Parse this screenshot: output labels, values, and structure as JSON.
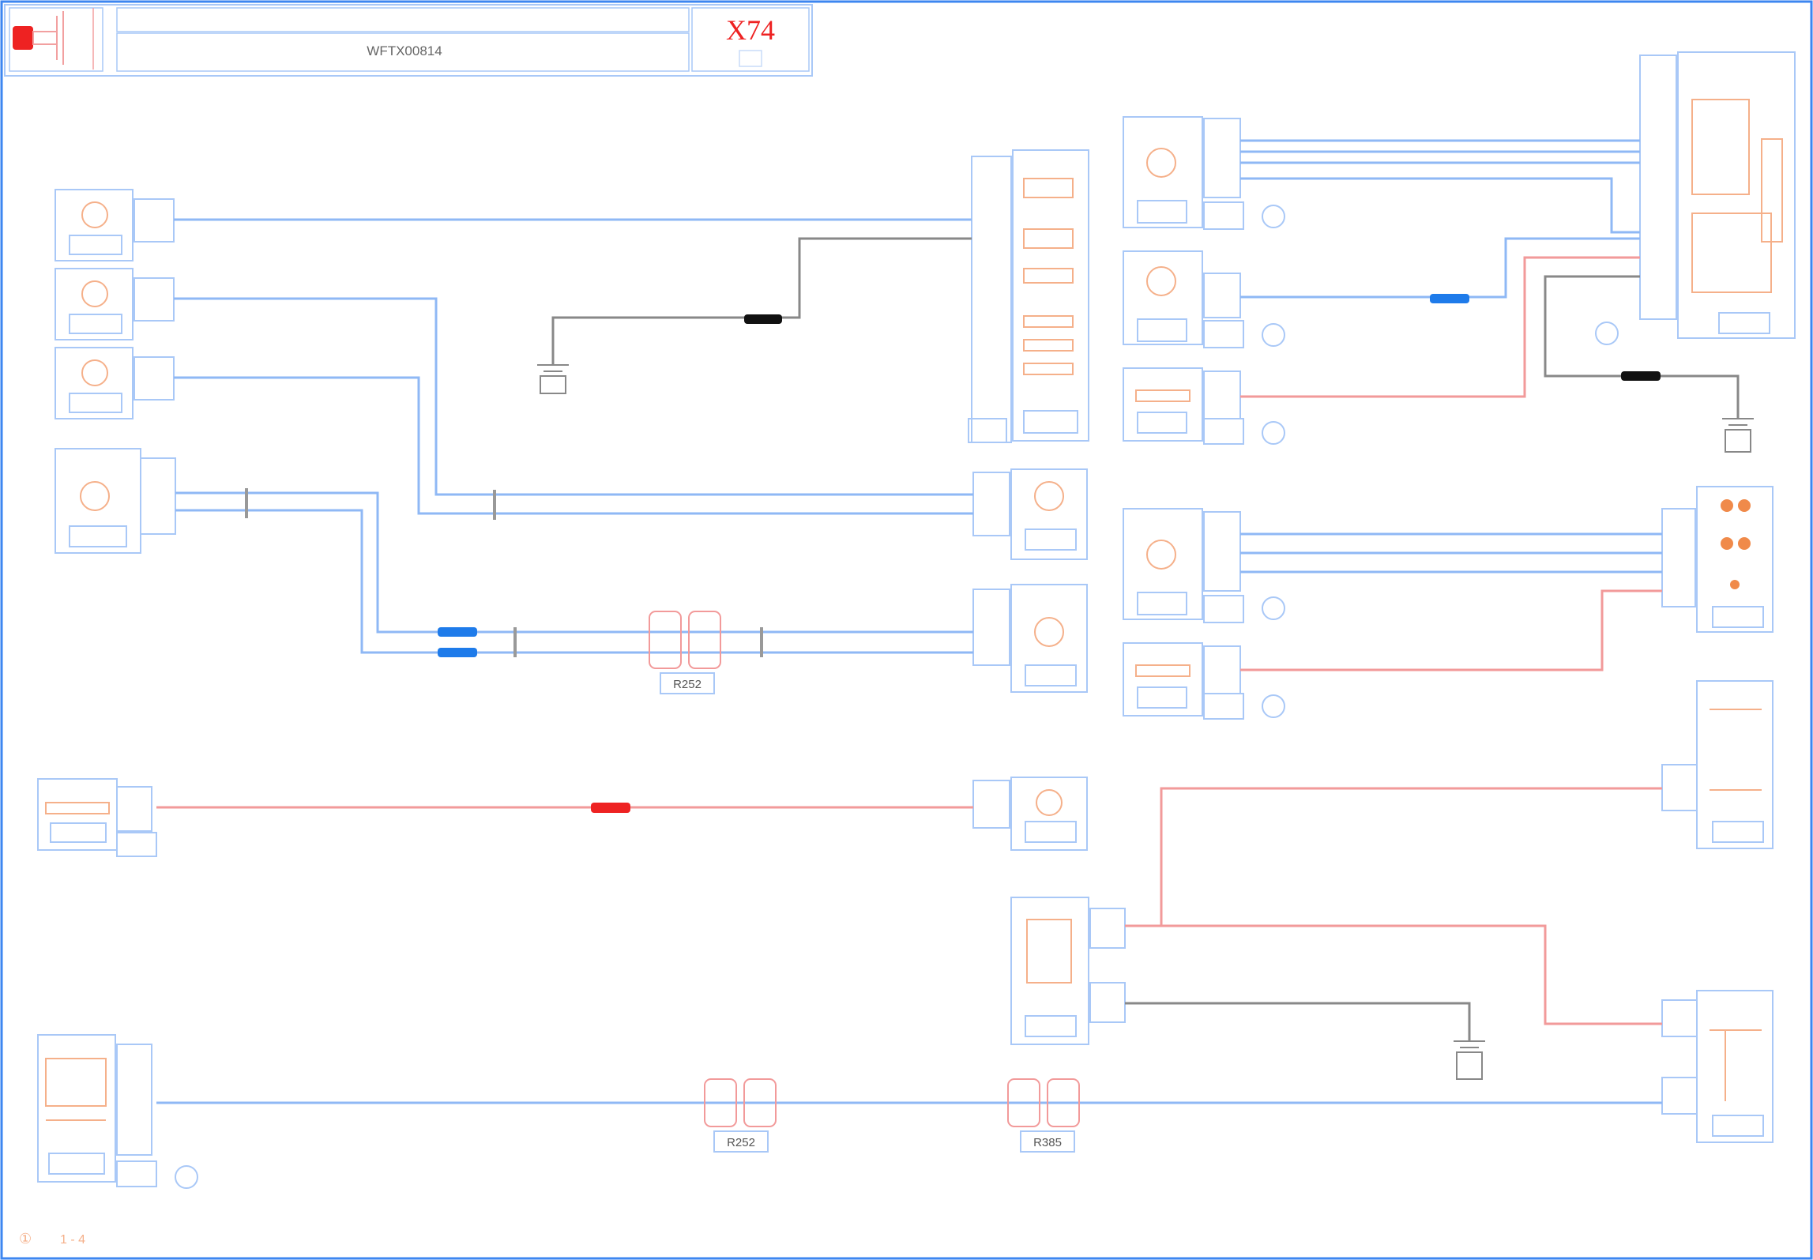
{
  "header": {
    "document_code": "WFTX00814",
    "page_ref": "X74"
  },
  "labels": {
    "module_r252_a": "R252",
    "module_r252_b": "R252",
    "module_r385": "R385",
    "splice_left": "R252",
    "splice_mid": "R385"
  },
  "footer": {
    "page_indicator": "1 - 4"
  },
  "colors": {
    "wire_blue": "#8fb8f5",
    "wire_red": "#f29a9a",
    "wire_dark": "#7a7a7a",
    "frame_blue": "#3d86f0",
    "accent_red": "#ee2222",
    "connector_blue": "#1e7bea",
    "component_orange": "#f08a4a"
  }
}
